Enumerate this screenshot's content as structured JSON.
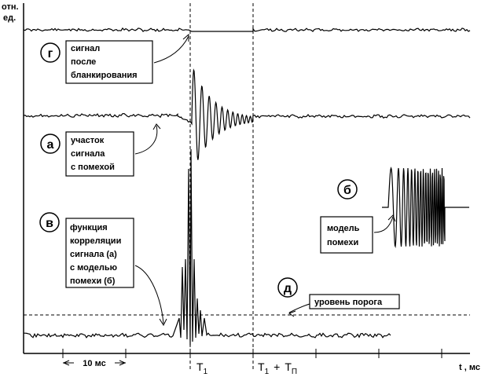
{
  "axes": {
    "y_unit_line1": "отн.",
    "y_unit_line2": "ед.",
    "x_unit": "t , мс",
    "scale_bar_label": "10 мс",
    "t1_label": "T",
    "t1_sub": "1",
    "t1tp_label_part1": "T",
    "t1tp_sub1": "1",
    "t1tp_plus": "+",
    "t1tp_label_part2": "T",
    "t1tp_sub2": "П"
  },
  "markers": {
    "g": "г",
    "a": "а",
    "v": "в",
    "b": "б",
    "d": "д"
  },
  "callouts": {
    "g": [
      "сигнал",
      "после",
      "бланкирования"
    ],
    "a": [
      "участок",
      "сигнала",
      "с помехой"
    ],
    "v": [
      "функция",
      "корреляции",
      "сигнала (а)",
      "с моделью",
      "помехи (б)"
    ],
    "b": [
      "модель",
      "помехи"
    ],
    "d": [
      "уровень порога"
    ]
  }
}
